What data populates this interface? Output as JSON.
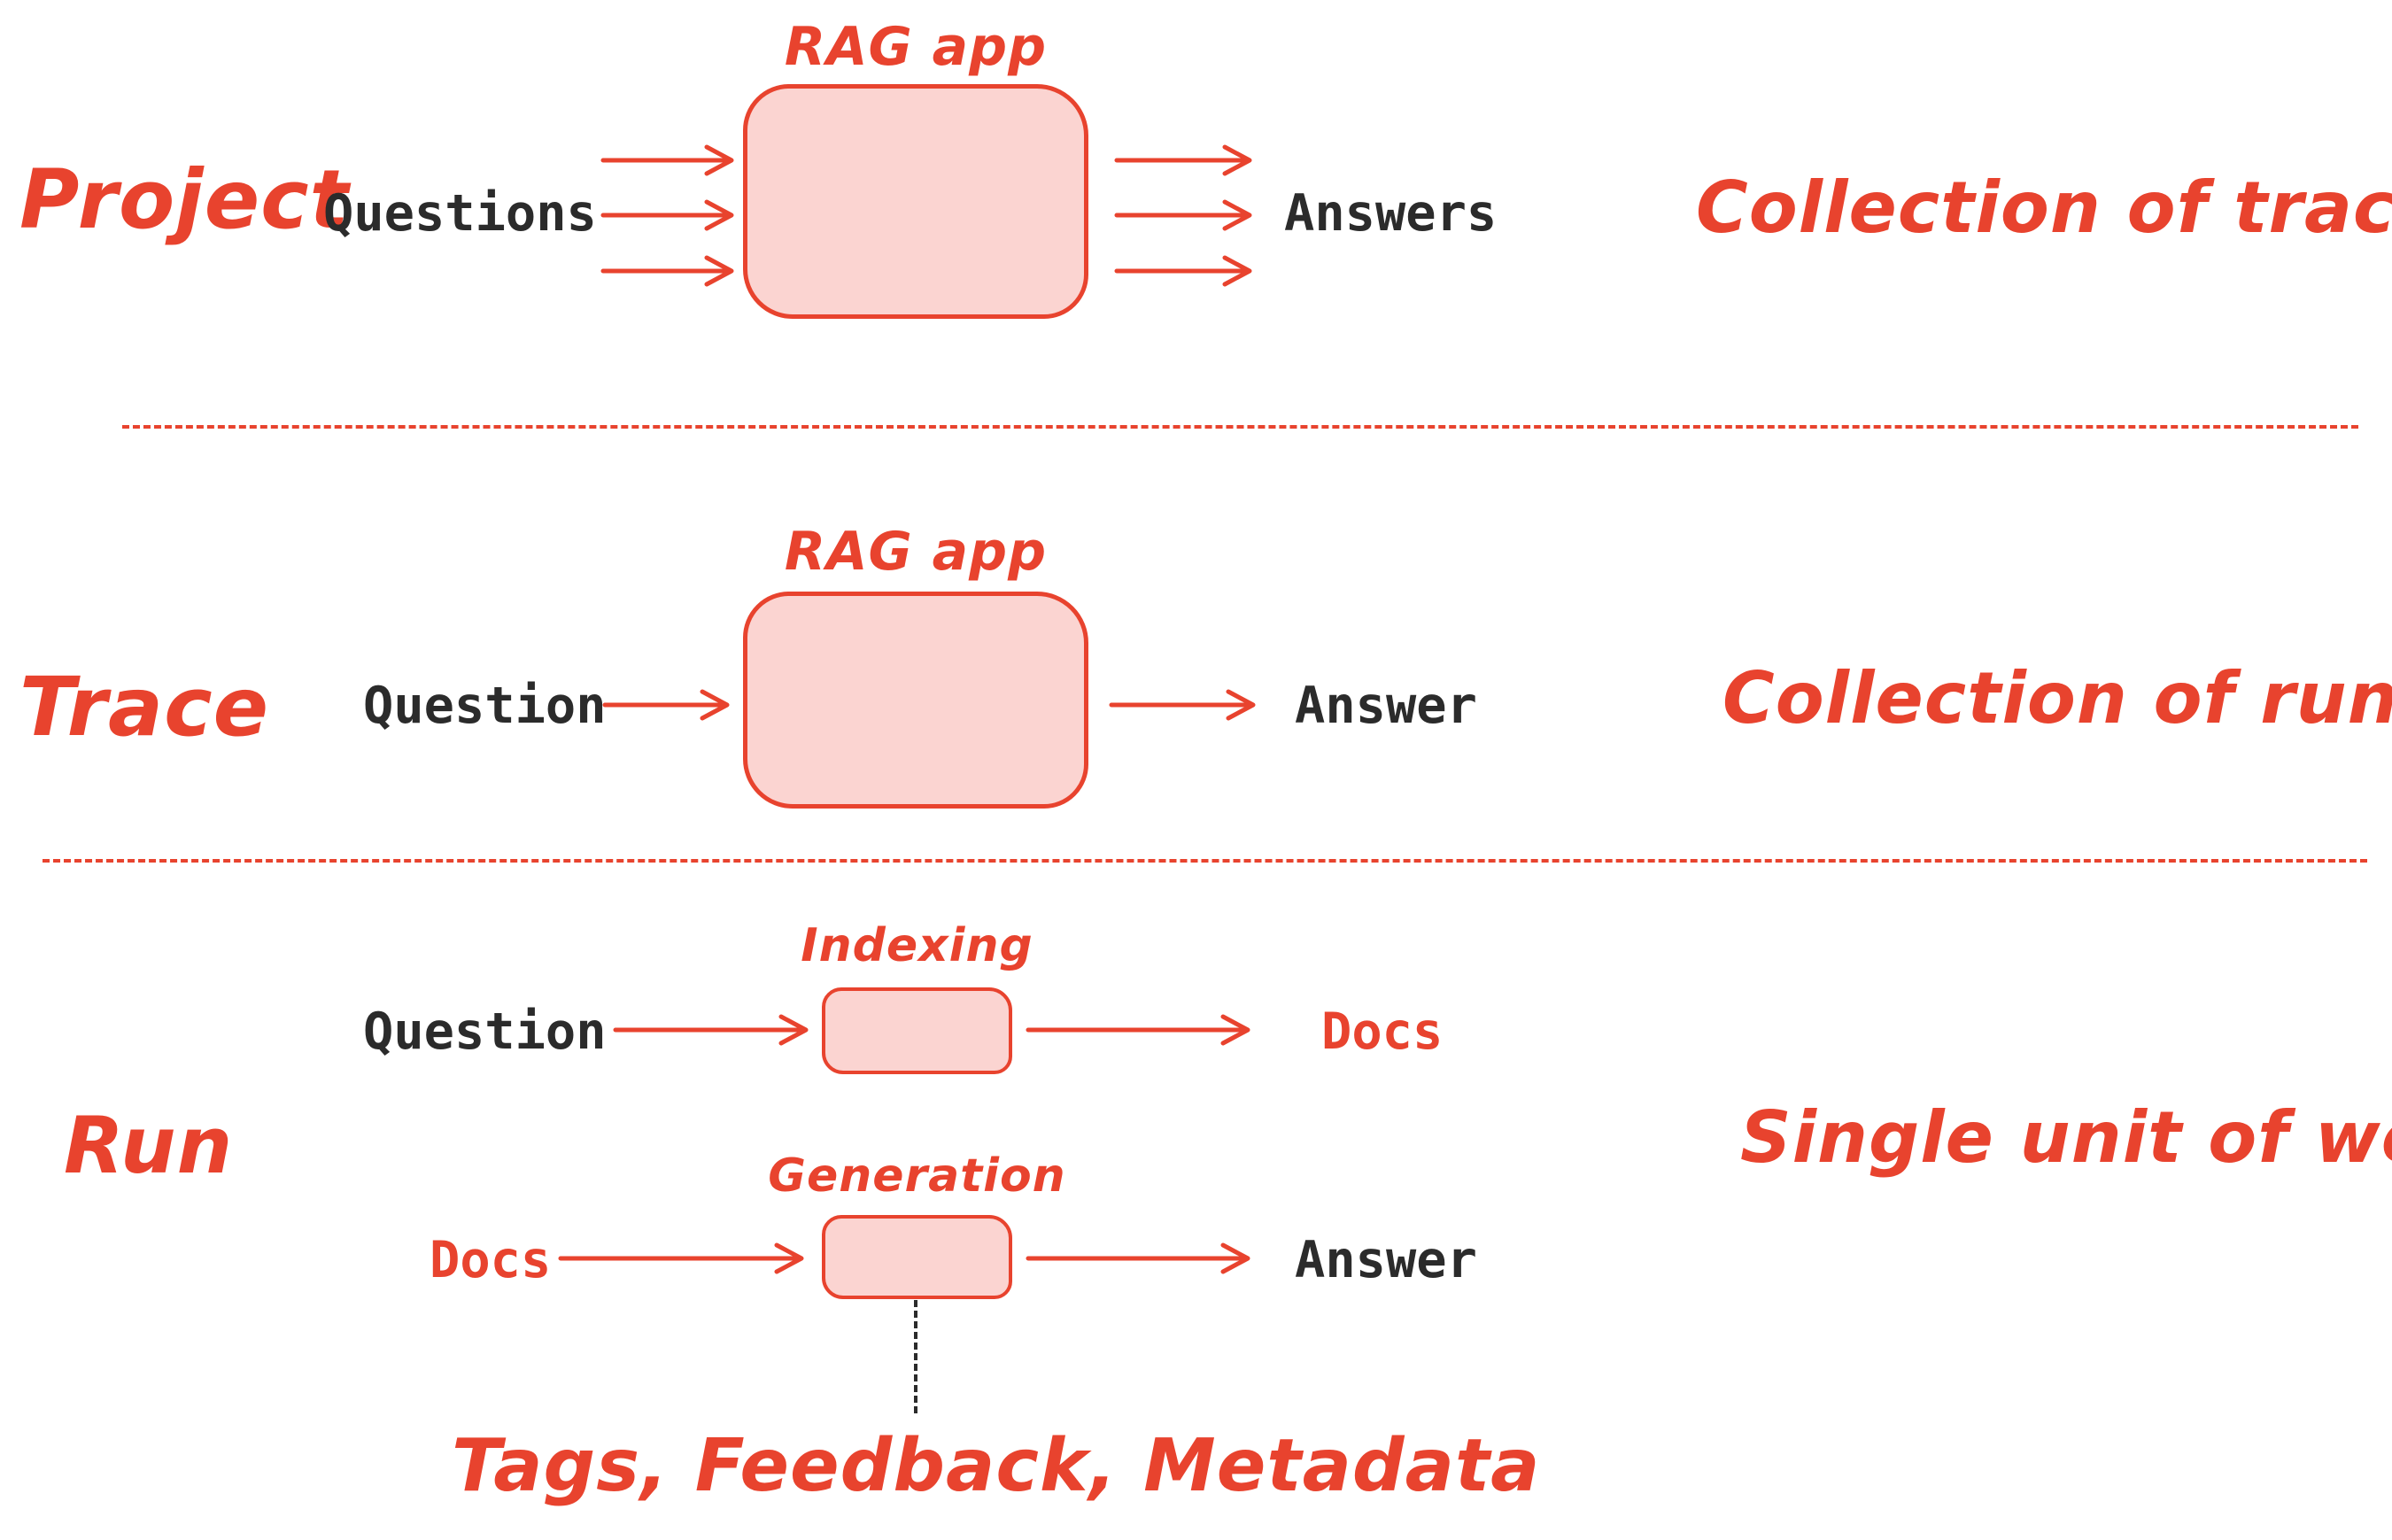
{
  "colors": {
    "red": "#e8432e",
    "pink_fill": "#fbd4d1",
    "ink": "#2b2b2b"
  },
  "sections": {
    "project": {
      "label": "Project",
      "input": "Questions",
      "box_label": "RAG app",
      "output": "Answers",
      "description": "Collection of traces"
    },
    "trace": {
      "label": "Trace",
      "input": "Question",
      "box_label": "RAG app",
      "output": "Answer",
      "description": "Collection of runs"
    },
    "run": {
      "label": "Run",
      "description": "Single unit of work",
      "indexing": {
        "box_label": "Indexing",
        "input": "Question",
        "output": "Docs"
      },
      "generation": {
        "box_label": "Generation",
        "input": "Docs",
        "output": "Answer"
      },
      "annotation": "Tags, Feedback, Metadata"
    }
  }
}
